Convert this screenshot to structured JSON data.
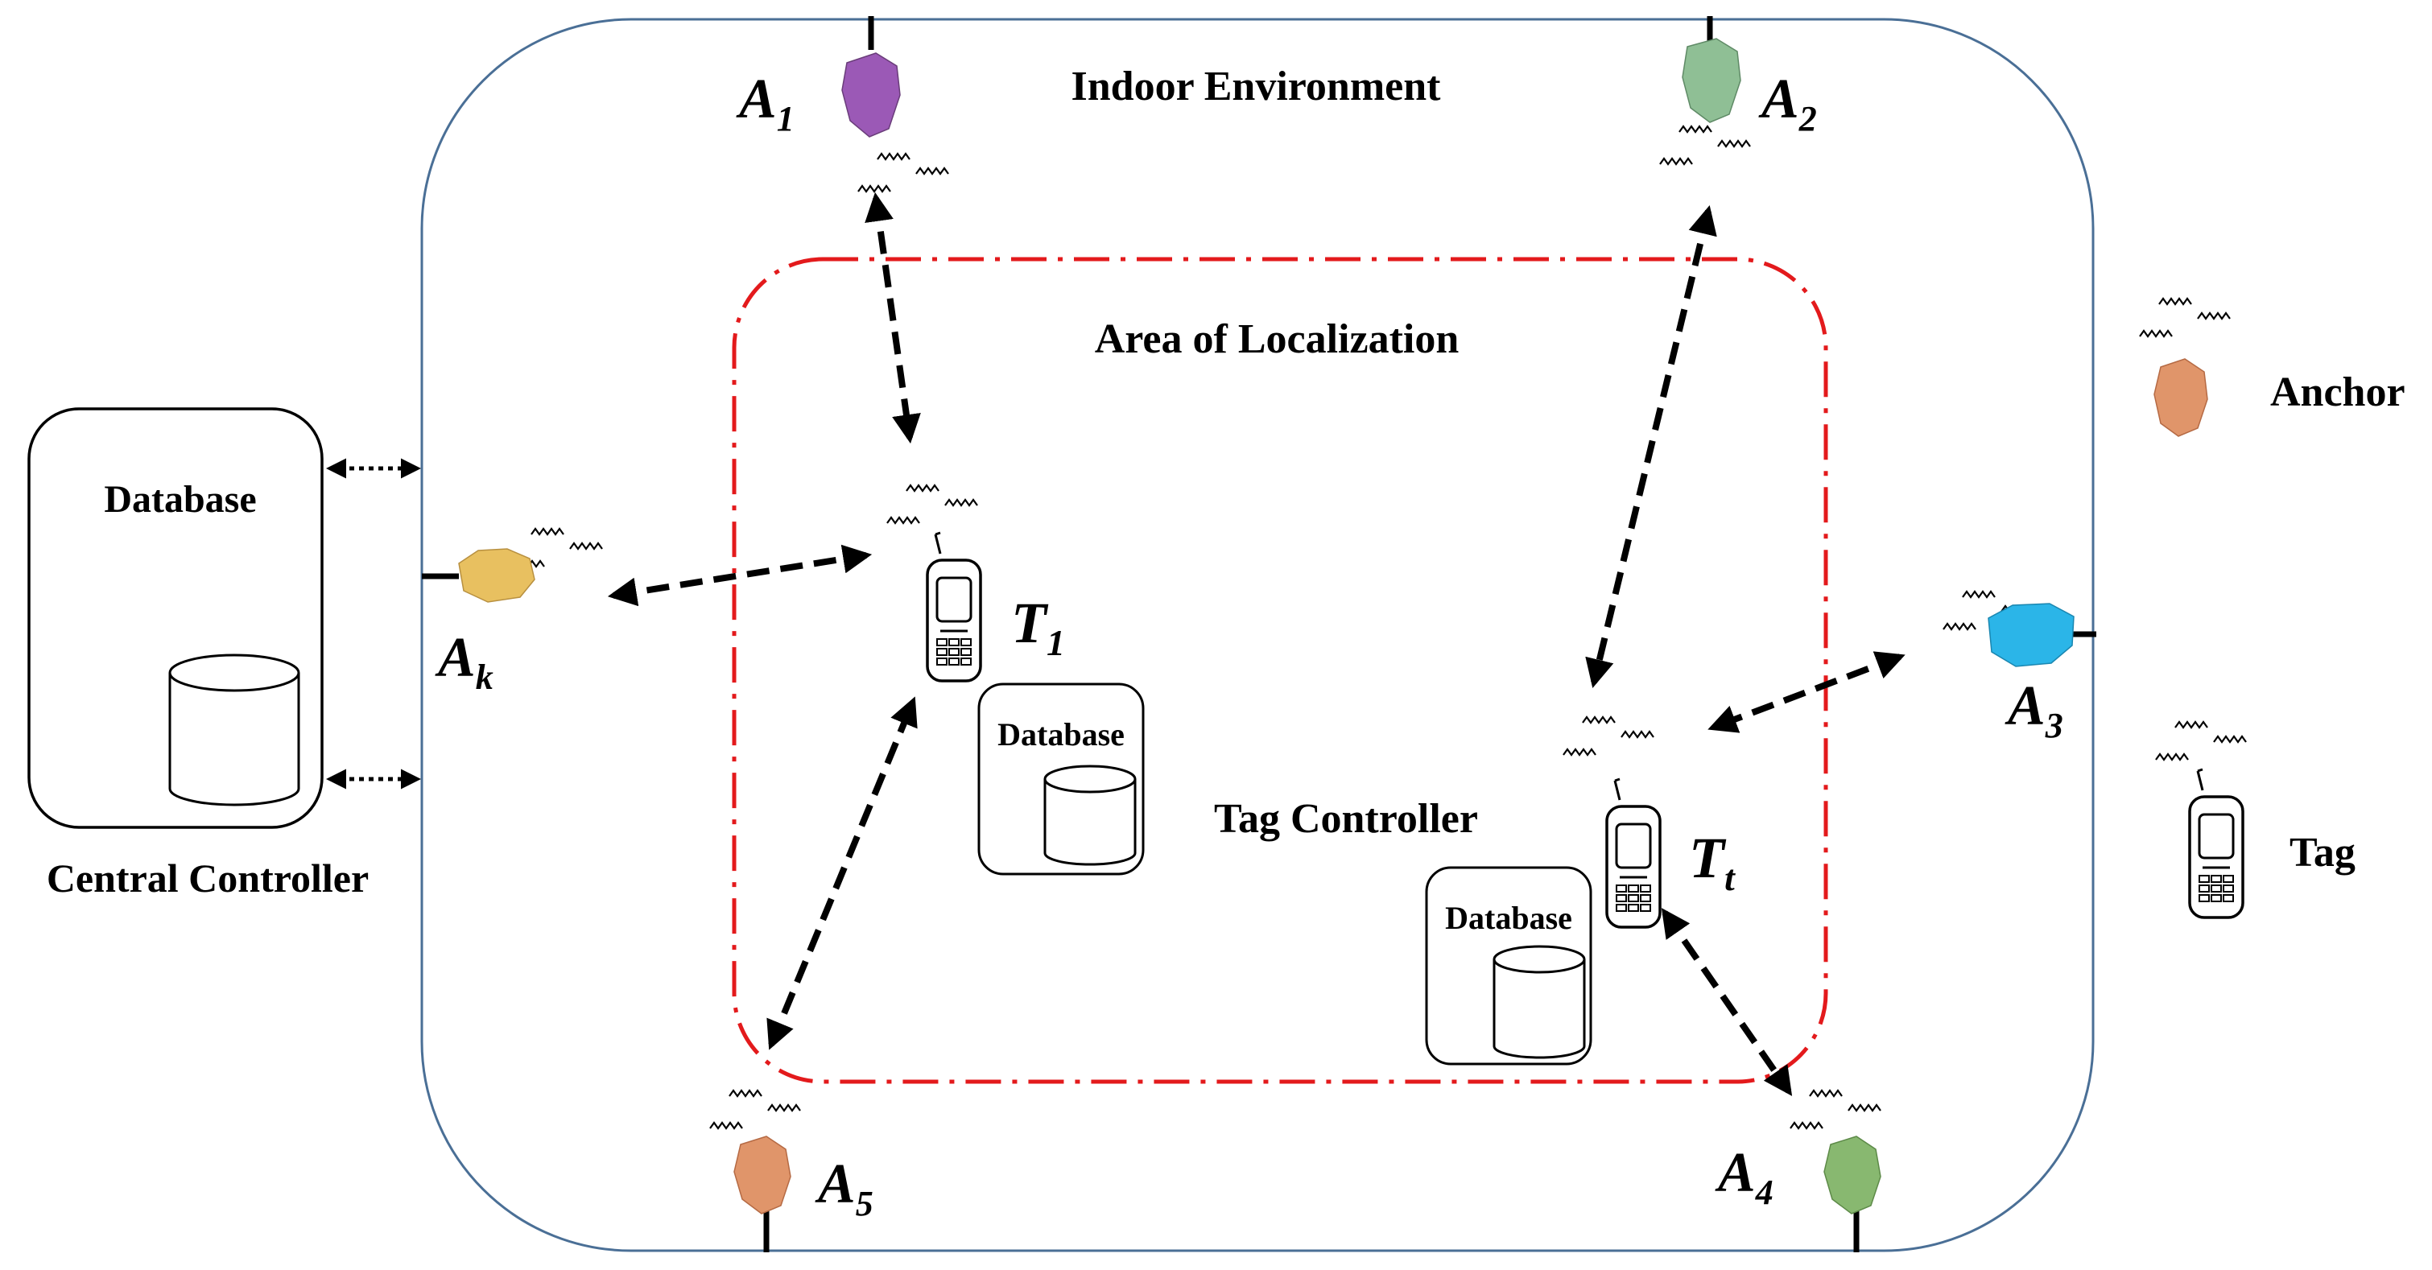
{
  "labels": {
    "indoor_environment": "Indoor Environment",
    "area_of_localization": "Area of Localization",
    "central_controller": "Central Controller",
    "tag_controller": "Tag Controller",
    "database_central": "Database",
    "database_t1": "Database",
    "database_tt": "Database",
    "legend_anchor": "Anchor",
    "legend_tag": "Tag"
  },
  "anchors": [
    {
      "id": "A1",
      "base": "A",
      "sub": "1",
      "color": "#9b59b6"
    },
    {
      "id": "A2",
      "base": "A",
      "sub": "2",
      "color": "#8fbf95"
    },
    {
      "id": "A3",
      "base": "A",
      "sub": "3",
      "color": "#2bb5e8"
    },
    {
      "id": "A4",
      "base": "A",
      "sub": "4",
      "color": "#88b870"
    },
    {
      "id": "A5",
      "base": "A",
      "sub": "5",
      "color": "#e0956a"
    },
    {
      "id": "Ak",
      "base": "A",
      "sub": "k",
      "color": "#e8c060"
    }
  ],
  "tags": [
    {
      "id": "T1",
      "base": "T",
      "sub": "1"
    },
    {
      "id": "Tt",
      "base": "T",
      "sub": "t"
    }
  ],
  "colors": {
    "environment_border": "#4a6f96",
    "localization_border": "#e31a1c",
    "legend_anchor": "#e0956a"
  }
}
